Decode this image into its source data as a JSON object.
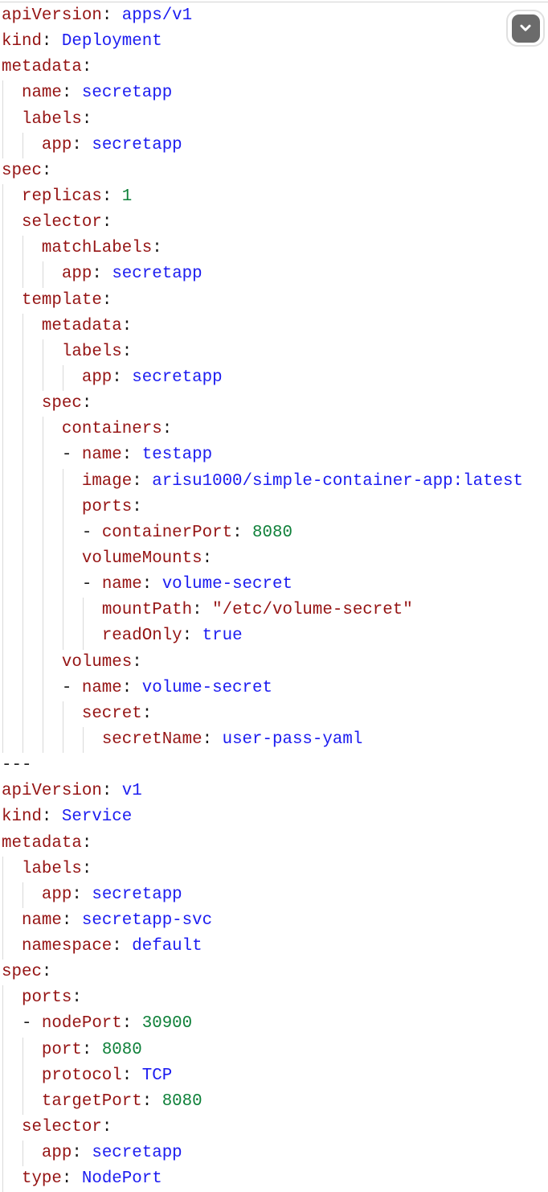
{
  "code_block": {
    "colors": {
      "key": "#951414",
      "plain_value": "#1c1cf0",
      "number": "#0e8039",
      "quoted_string": "#951414",
      "punctuation": "#1a1a1a",
      "indent_guide": "#d9d9d9",
      "background": "#ffffff",
      "top_border": "#d3d3d3"
    },
    "lines": [
      {
        "i": 0,
        "k": "apiVersion",
        "v": "apps/v1",
        "t": "str"
      },
      {
        "i": 0,
        "k": "kind",
        "v": "Deployment",
        "t": "str"
      },
      {
        "i": 0,
        "k": "metadata"
      },
      {
        "i": 2,
        "k": "name",
        "v": "secretapp",
        "t": "str"
      },
      {
        "i": 2,
        "k": "labels"
      },
      {
        "i": 4,
        "k": "app",
        "v": "secretapp",
        "t": "str"
      },
      {
        "i": 0,
        "k": "spec"
      },
      {
        "i": 2,
        "k": "replicas",
        "v": "1",
        "t": "num"
      },
      {
        "i": 2,
        "k": "selector"
      },
      {
        "i": 4,
        "k": "matchLabels"
      },
      {
        "i": 6,
        "k": "app",
        "v": "secretapp",
        "t": "str"
      },
      {
        "i": 2,
        "k": "template"
      },
      {
        "i": 4,
        "k": "metadata"
      },
      {
        "i": 6,
        "k": "labels"
      },
      {
        "i": 8,
        "k": "app",
        "v": "secretapp",
        "t": "str"
      },
      {
        "i": 4,
        "k": "spec"
      },
      {
        "i": 6,
        "k": "containers"
      },
      {
        "i": 6,
        "d": true,
        "k": "name",
        "v": "testapp",
        "t": "str"
      },
      {
        "i": 8,
        "k": "image",
        "v": "arisu1000/simple-container-app:latest",
        "t": "str"
      },
      {
        "i": 8,
        "k": "ports"
      },
      {
        "i": 8,
        "d": true,
        "k": "containerPort",
        "v": "8080",
        "t": "num"
      },
      {
        "i": 8,
        "k": "volumeMounts"
      },
      {
        "i": 8,
        "d": true,
        "k": "name",
        "v": "volume-secret",
        "t": "str"
      },
      {
        "i": 10,
        "k": "mountPath",
        "v": "\"/etc/volume-secret\"",
        "t": "qstr"
      },
      {
        "i": 10,
        "k": "readOnly",
        "v": "true",
        "t": "str"
      },
      {
        "i": 6,
        "k": "volumes"
      },
      {
        "i": 6,
        "d": true,
        "k": "name",
        "v": "volume-secret",
        "t": "str"
      },
      {
        "i": 8,
        "k": "secret"
      },
      {
        "i": 10,
        "k": "secretName",
        "v": "user-pass-yaml",
        "t": "str"
      },
      {
        "sep": "---"
      },
      {
        "i": 0,
        "k": "apiVersion",
        "v": "v1",
        "t": "str"
      },
      {
        "i": 0,
        "k": "kind",
        "v": "Service",
        "t": "str"
      },
      {
        "i": 0,
        "k": "metadata"
      },
      {
        "i": 2,
        "k": "labels"
      },
      {
        "i": 4,
        "k": "app",
        "v": "secretapp",
        "t": "str"
      },
      {
        "i": 2,
        "k": "name",
        "v": "secretapp-svc",
        "t": "str"
      },
      {
        "i": 2,
        "k": "namespace",
        "v": "default",
        "t": "str"
      },
      {
        "i": 0,
        "k": "spec"
      },
      {
        "i": 2,
        "k": "ports"
      },
      {
        "i": 2,
        "d": true,
        "k": "nodePort",
        "v": "30900",
        "t": "num"
      },
      {
        "i": 4,
        "k": "port",
        "v": "8080",
        "t": "num"
      },
      {
        "i": 4,
        "k": "protocol",
        "v": "TCP",
        "t": "str"
      },
      {
        "i": 4,
        "k": "targetPort",
        "v": "8080",
        "t": "num"
      },
      {
        "i": 2,
        "k": "selector"
      },
      {
        "i": 4,
        "k": "app",
        "v": "secretapp",
        "t": "str"
      },
      {
        "i": 2,
        "k": "type",
        "v": "NodePort",
        "t": "str"
      }
    ]
  },
  "collapse_button": {
    "icon": "chevron-down-icon",
    "background": "#6b6b6b",
    "chevron_color": "#ffffff"
  }
}
